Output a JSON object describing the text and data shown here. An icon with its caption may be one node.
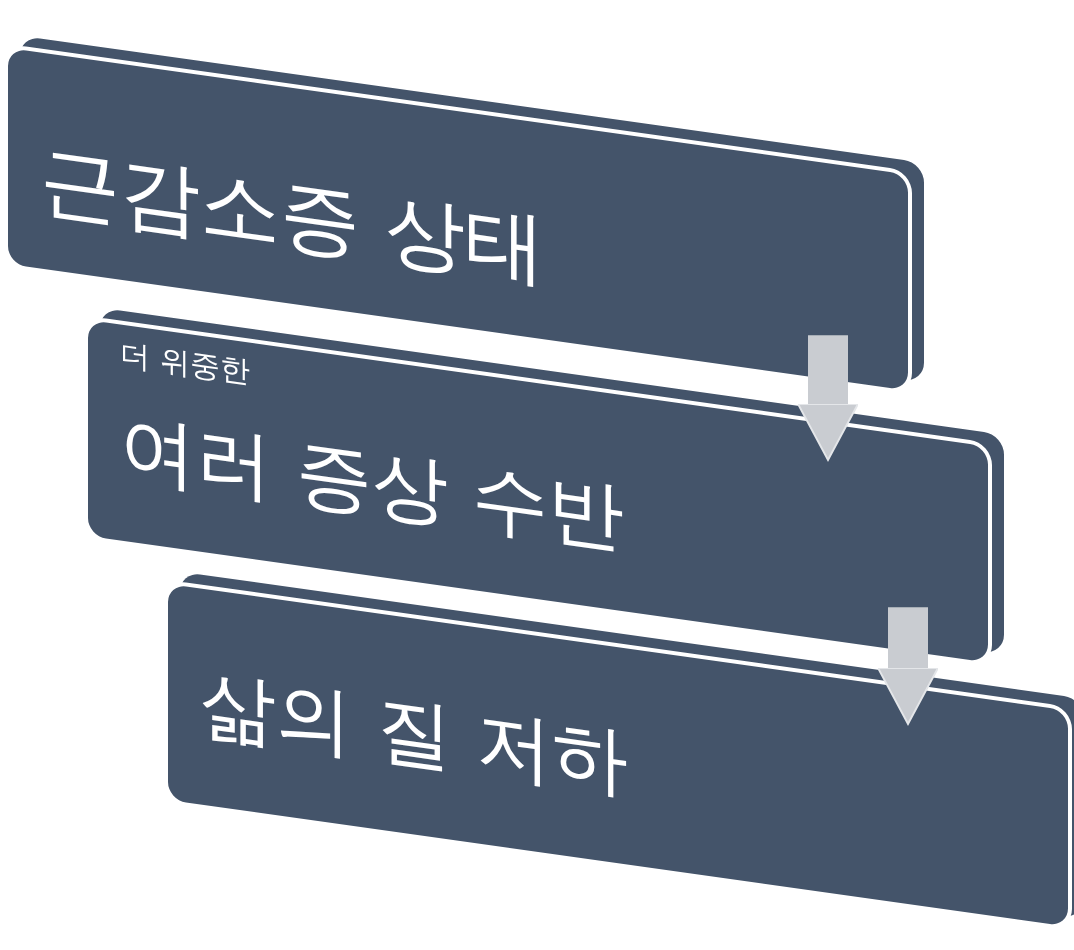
{
  "diagram": {
    "nodes": [
      {
        "text": [
          "근감소증 상태"
        ]
      },
      {
        "text": [
          "더 위중한",
          "여러 증상 수반"
        ]
      },
      {
        "text": [
          "삶의 질 저하"
        ]
      }
    ],
    "edges": [
      {
        "from": 0,
        "to": 1,
        "arrow": "to"
      },
      {
        "from": 1,
        "to": 2,
        "arrow": "to"
      }
    ]
  }
}
